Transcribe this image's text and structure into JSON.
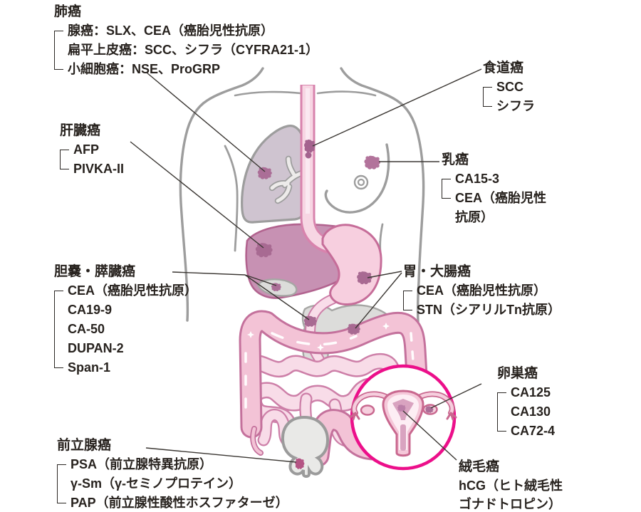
{
  "labels": {
    "lung": {
      "title": "肺癌",
      "markers": [
        "腺癌：SLX、CEA（癌胎児性抗原）",
        "扁平上皮癌：SCC、シフラ（CYFRA21-1）",
        "小細胞癌：NSE、ProGRP"
      ]
    },
    "esophagus": {
      "title": "食道癌",
      "markers": [
        "SCC",
        "シフラ"
      ]
    },
    "liver": {
      "title": "肝臓癌",
      "markers": [
        "AFP",
        "PIVKA-II"
      ]
    },
    "breast": {
      "title": "乳癌",
      "markers": [
        "CA15-3",
        "CEA（癌胎児性抗原）"
      ]
    },
    "biliary_pancreas": {
      "title": "胆嚢・膵臓癌",
      "markers": [
        "CEA（癌胎児性抗原）",
        "CA19-9",
        "CA-50",
        "DUPAN-2",
        "Span-1"
      ]
    },
    "stomach_colon": {
      "title": "胃・大腸癌",
      "markers": [
        "CEA（癌胎児性抗原）",
        "STN（シアリルTn抗原）"
      ]
    },
    "ovary": {
      "title": "卵巣癌",
      "markers": [
        "CA125",
        "CA130",
        "CA72-4"
      ]
    },
    "prostate": {
      "title": "前立腺癌",
      "markers": [
        "PSA（前立腺特異抗原）",
        "γ-Sm（γ-セミノプロテイン）",
        "PAP（前立腺性酸性ホスファターゼ）"
      ]
    },
    "choriocarcinoma": {
      "title": "絨毛癌",
      "markers": [
        "hCG（ヒト絨毛性ゴナドトロピン）"
      ]
    }
  },
  "colors": {
    "tumor_mark": "#ab6e97",
    "inset_ring": "#ec0f8a",
    "body_outline": "#9d9d9d",
    "organ_pink": "#f3c3d6",
    "liver_fill": "#c791b3",
    "stomach_fill": "#f7cfdf",
    "text": "#27221e"
  }
}
